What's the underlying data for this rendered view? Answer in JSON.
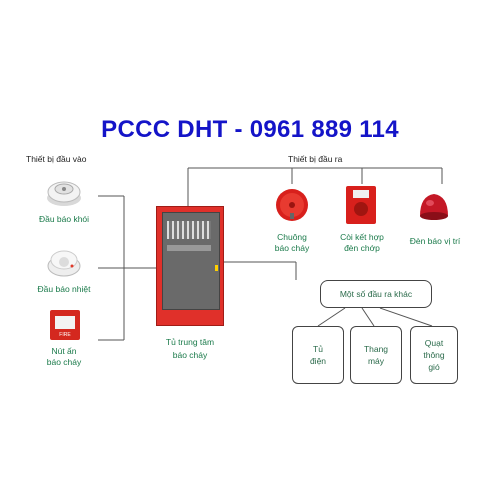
{
  "title": "PCCC DHT - 0961 889 114",
  "inputs": {
    "heading": "Thiết bị đầu vào",
    "smoke": "Đầu báo khói",
    "heat": "Đầu báo nhiệt",
    "button": "Nút ấn\nbáo cháy",
    "button_icon_text": "FIRE"
  },
  "panel": {
    "label": "Tủ trung tâm\nbáo cháy"
  },
  "outputs": {
    "heading": "Thiết bị đầu ra",
    "bell": "Chuông\nbáo cháy",
    "horn": "Còi kết hợp\nđèn chớp",
    "lamp": "Đèn báo vị trí"
  },
  "others": {
    "heading": "Một số đầu ra khác",
    "items": [
      "Tủ\nđiện",
      "Thang\nmáy",
      "Quạt\nthông\ngió"
    ]
  },
  "colors": {
    "title": "#1414c8",
    "label": "#1a7a4a",
    "panel": "#e0302a"
  }
}
